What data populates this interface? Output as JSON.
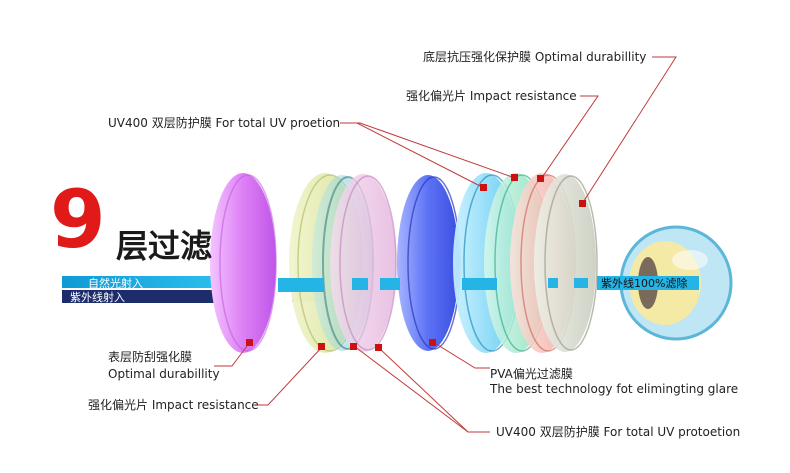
{
  "title_number": "9",
  "title_text": "层过滤",
  "band_labels": {
    "natural_light": "自然光射入",
    "uv_light": "紫外线射入",
    "filtered": "紫外线100%滤除"
  },
  "callouts": {
    "bottom_antiscratch": "底层抗压强化保护膜 Optimal durabillity",
    "top_polarizer": "强化偏光片 Impact resistance",
    "top_uv400": "UV400 双层防护膜 For total UV proetion",
    "surface_cn": "表层防刮强化膜",
    "surface_en": "Optimal durabillity",
    "pva_cn": "PVA偏光过滤膜",
    "pva_en": "The best technology fot elimingting glare",
    "bottom_polarizer": "强化偏光片 Impact resistance",
    "bottom_uv400": "UV400 双层防护膜 For total UV protoetion"
  },
  "colors": {
    "accent_red": "#e01919",
    "band_blue": "#1aa6d8",
    "band_dark": "#1d2d6b",
    "marker": "#cc1111",
    "line": "#c23a3a"
  }
}
